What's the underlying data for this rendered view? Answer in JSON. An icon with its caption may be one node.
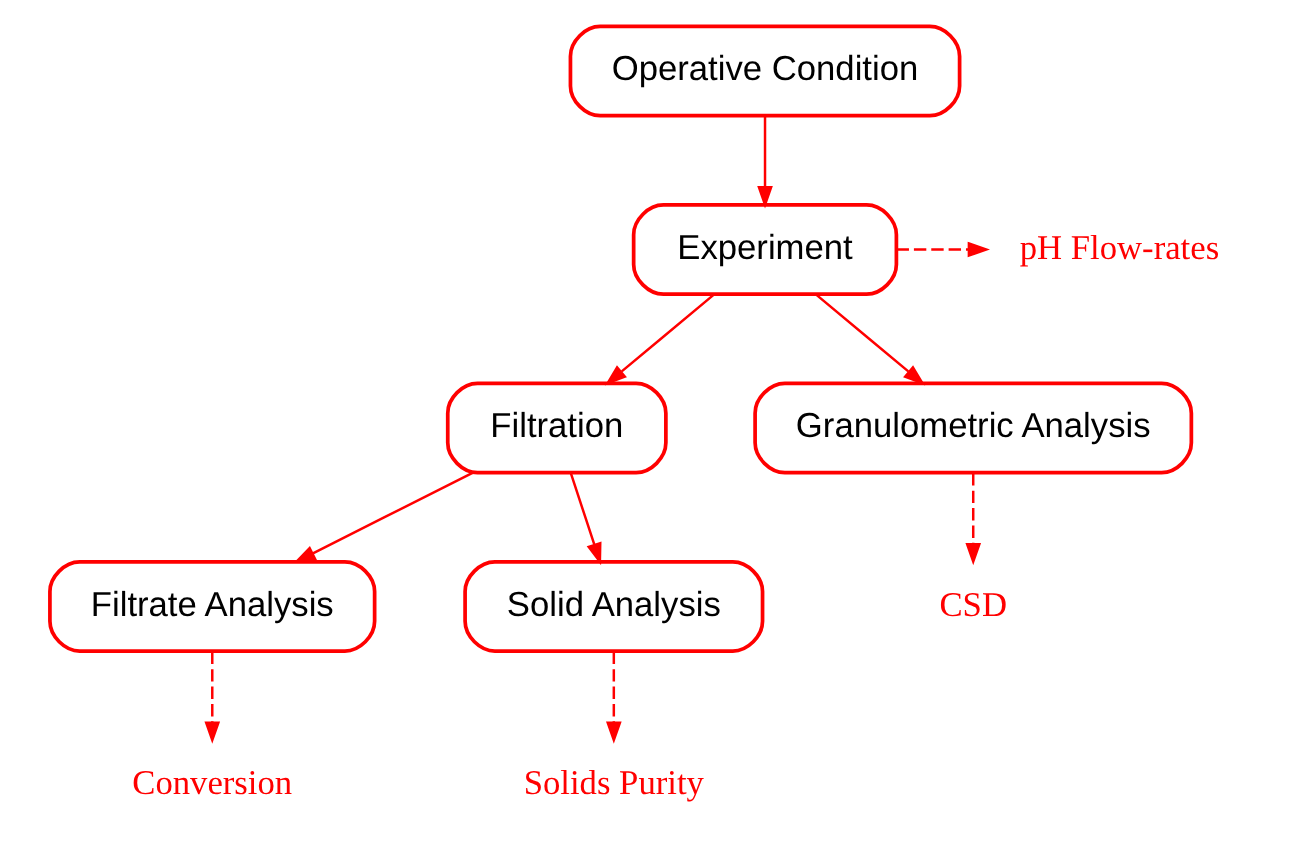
{
  "diagram": {
    "nodes": [
      {
        "text": [
          "Operative Condition"
        ]
      },
      {
        "text": [
          "Experiment"
        ]
      },
      {
        "text": [
          "pH Flow-rates"
        ]
      },
      {
        "text": [
          "Filtration"
        ]
      },
      {
        "text": [
          "Granulometric Analysis"
        ]
      },
      {
        "text": [
          "Filtrate Analysis"
        ]
      },
      {
        "text": [
          "Solid Analysis"
        ]
      },
      {
        "text": [
          "CSD"
        ]
      },
      {
        "text": [
          "Conversion"
        ]
      },
      {
        "text": [
          "Solids Purity"
        ]
      }
    ],
    "edges": [
      {
        "from": 0,
        "to": 1,
        "arrow": "to"
      },
      {
        "from": 1,
        "to": 2,
        "arrow": "to",
        "style": "dashed"
      },
      {
        "from": 1,
        "to": 3,
        "arrow": "to"
      },
      {
        "from": 1,
        "to": 4,
        "arrow": "to"
      },
      {
        "from": 3,
        "to": 5,
        "arrow": "to"
      },
      {
        "from": 3,
        "to": 6,
        "arrow": "to"
      },
      {
        "from": 4,
        "to": 7,
        "arrow": "to",
        "style": "dashed"
      },
      {
        "from": 5,
        "to": 8,
        "arrow": "to",
        "style": "dashed"
      },
      {
        "from": 6,
        "to": 9,
        "arrow": "to",
        "style": "dashed"
      }
    ]
  }
}
